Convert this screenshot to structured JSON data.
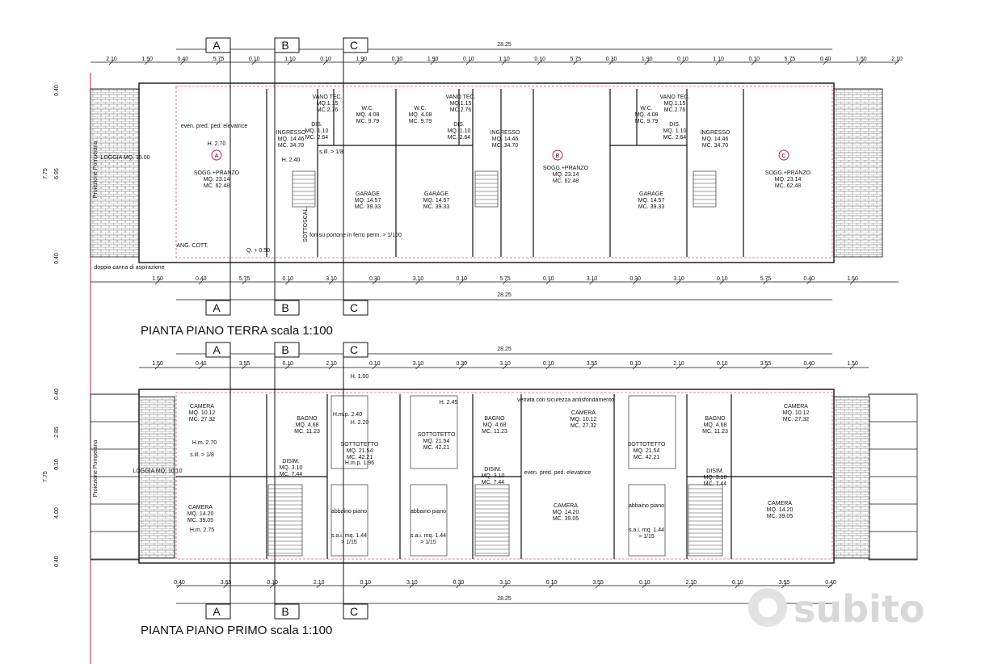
{
  "watermark": "subito",
  "floors": [
    {
      "title": "PIANTA PIANO TERRA scala 1:100",
      "section_labels": [
        "A",
        "B",
        "C"
      ],
      "overall_dim": "28.25",
      "top_dims": [
        "2.10",
        "1.50",
        "0.40",
        "5.75",
        "0.10",
        "1.10",
        "0.10",
        "1.90",
        "0.30",
        "1.90",
        "0.10",
        "1.10",
        "0.10",
        "5.75",
        "0.30",
        "1.90",
        "0.10",
        "1.10",
        "0.10",
        "5.75",
        "0.40",
        "1.50",
        "2.10"
      ],
      "bottom_dims": [
        "1.50",
        "0.40",
        "5.75",
        "0.10",
        "3.10",
        "0.30",
        "3.10",
        "0.10",
        "5.75",
        "0.10",
        "3.10",
        "0.30",
        "3.10",
        "0.10",
        "5.75",
        "0.40",
        "1.50"
      ],
      "left_dims": [
        "0.40",
        "6.95",
        "7.75",
        "0.40"
      ],
      "rooms": [
        {
          "name": "SOGG.+PRANZO",
          "area": "MQ. 23.14",
          "volume": "MC. 62.48"
        },
        {
          "name": "INGRESSO",
          "area": "MQ. 14.46",
          "volume": "MC. 34.70"
        },
        {
          "name": "GARAGE",
          "area": "MQ. 14.57",
          "volume": "MC. 39.33"
        },
        {
          "name": "GARAGE",
          "area": "MQ. 14.57",
          "volume": "MC. 39.33"
        },
        {
          "name": "INGRESSO",
          "area": "MQ. 14.46",
          "volume": "MC. 34.70"
        },
        {
          "name": "SOGG.+PRANZO",
          "area": "MQ. 23.14",
          "volume": "MC. 62.48"
        },
        {
          "name": "GARAGE",
          "area": "MQ. 14.57",
          "volume": "MC. 39.33"
        },
        {
          "name": "INGRESSO",
          "area": "MQ. 14.46",
          "volume": "MC. 34.70"
        },
        {
          "name": "SOGG.+PRANZO",
          "area": "MQ. 23.14",
          "volume": "MC. 62.48"
        }
      ],
      "small_rooms": [
        {
          "name": "W.C.",
          "area": "MQ. 4.08",
          "volume": "MC. 9.79"
        },
        {
          "name": "VANO TEC.",
          "area": "MQ.1.15",
          "volume": "MC.2.76"
        },
        {
          "name": "DIS.",
          "area": "MQ. 1.10",
          "volume": "MC. 2.64"
        }
      ],
      "notes": [
        "even. pred. ped. elevatrice",
        "H. 2.70",
        "H. 2.40",
        "s.ill. > 1/8",
        "fori su portone in ferro perm. > 1/100",
        "ANG. COTT.",
        "Q. + 0.50",
        "SOTTOSCAL.",
        "doppia canna di aspirazione",
        "LOGGIA MQ. 15.00",
        "Proiezione Pompeiana"
      ],
      "unit_labels": [
        "A",
        "B",
        "C"
      ]
    },
    {
      "title": "PIANTA PIANO PRIMO scala 1:100",
      "section_labels": [
        "A",
        "B",
        "C"
      ],
      "overall_dim": "28.25",
      "top_dims": [
        "1.50",
        "0.40",
        "3.55",
        "0.10",
        "2.10",
        "0.10",
        "3.10",
        "0.30",
        "3.10",
        "0.10",
        "3.55",
        "0.10",
        "2.10",
        "0.10",
        "3.55",
        "0.40",
        "1.50"
      ],
      "bottom_dims": [
        "0.40",
        "3.55",
        "0.10",
        "2.10",
        "0.10",
        "3.10",
        "0.30",
        "3.10",
        "0.10",
        "3.55",
        "0.10",
        "2.10",
        "0.10",
        "3.55",
        "0.40"
      ],
      "left_dims": [
        "0.40",
        "2.85",
        "0.10",
        "4.00",
        "7.75",
        "0.40"
      ],
      "rooms": [
        {
          "name": "CAMERA",
          "area": "MQ. 10.12",
          "volume": "MC. 27.32"
        },
        {
          "name": "BAGNO",
          "area": "MQ. 4.68",
          "volume": "MC. 11.23"
        },
        {
          "name": "SOTTOTETTO",
          "area": "MQ. 21.54",
          "volume": "MC. 42.21"
        },
        {
          "name": "SOTTOTETTO",
          "area": "MQ. 21.54",
          "volume": "MC. 42.21"
        },
        {
          "name": "BAGNO",
          "area": "MQ. 4.68",
          "volume": "MC. 11.23"
        },
        {
          "name": "CAMERA",
          "area": "MQ. 10.12",
          "volume": "MC. 27.32"
        },
        {
          "name": "SOTTOTETTO",
          "area": "MQ. 21.54",
          "volume": "MC. 42.21"
        },
        {
          "name": "BAGNO",
          "area": "MQ. 4.68",
          "volume": "MC. 11.23"
        },
        {
          "name": "CAMERA",
          "area": "MQ. 10.12",
          "volume": "MC. 27.32"
        },
        {
          "name": "CAMERA",
          "area": "MQ. 14.20",
          "volume": "MC. 39.05"
        },
        {
          "name": "CAMERA",
          "area": "MQ. 14.20",
          "volume": "MC. 39.05"
        },
        {
          "name": "CAMERA",
          "area": "MQ. 14.20",
          "volume": "MC. 39.05"
        }
      ],
      "small_rooms": [
        {
          "name": "DISIM.",
          "area": "MQ. 3.10",
          "volume": "MC. 7.44"
        },
        {
          "name": "abbaino piano",
          "area": "s.a.i. mq. 1.44",
          "volume": "> 1/15"
        }
      ],
      "notes": [
        "H.m. 2.70",
        "H.m. 2.75",
        "H.m.p. 1.96",
        "H.m.p. 2.40",
        "H. 2.20",
        "H. 2.45",
        "H. 1.00",
        "s.ill. > 1/8",
        "vetrata con sicurezza antisfondamento",
        "even. pred. ped. elevatrice",
        "LOGGIA MQ. 10.10",
        "Proiezione Pompeiana"
      ]
    }
  ]
}
